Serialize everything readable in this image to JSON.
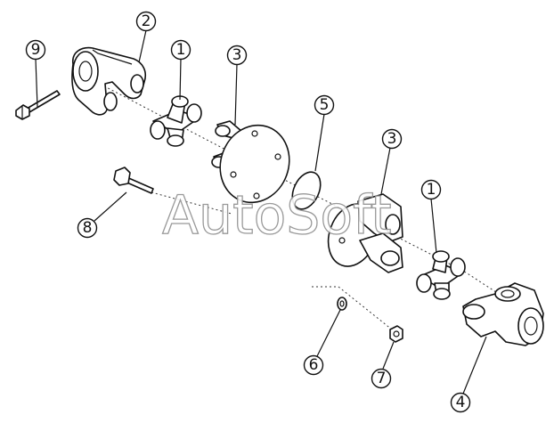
{
  "watermark": "AutoSoft",
  "callouts": [
    {
      "id": "9",
      "label": "9"
    },
    {
      "id": "2",
      "label": "2"
    },
    {
      "id": "1a",
      "label": "1"
    },
    {
      "id": "3a",
      "label": "3"
    },
    {
      "id": "5",
      "label": "5"
    },
    {
      "id": "3b",
      "label": "3"
    },
    {
      "id": "1b",
      "label": "1"
    },
    {
      "id": "8",
      "label": "8"
    },
    {
      "id": "6",
      "label": "6"
    },
    {
      "id": "7",
      "label": "7"
    },
    {
      "id": "4",
      "label": "4"
    }
  ]
}
